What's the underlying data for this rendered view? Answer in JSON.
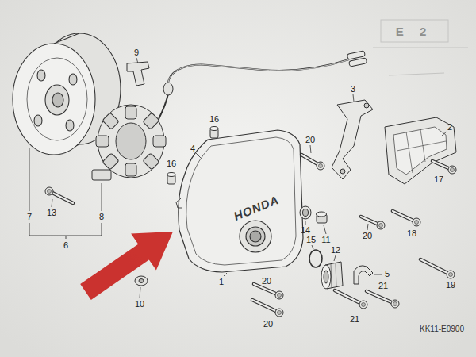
{
  "diagram": {
    "labels": [
      "E 2",
      "9",
      "3",
      "2",
      "16",
      "20",
      "4",
      "17",
      "16",
      "7",
      "13",
      "8",
      "6",
      "14",
      "11",
      "20",
      "18",
      "15",
      "12",
      "5",
      "1",
      "20",
      "19",
      "10",
      "20",
      "21",
      "21",
      "KK11-E0900",
      "HONDA"
    ]
  }
}
